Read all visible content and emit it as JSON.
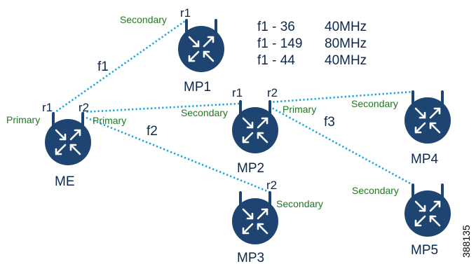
{
  "frequency_table": [
    {
      "frequency": "f1 - 36",
      "bandwidth": "40MHz"
    },
    {
      "frequency": "f1 - 149",
      "bandwidth": "80MHz"
    },
    {
      "frequency": "f1 - 44",
      "bandwidth": "40MHz"
    }
  ],
  "nodes": {
    "me": {
      "name": "ME"
    },
    "mp1": {
      "name": "MP1"
    },
    "mp2": {
      "name": "MP2"
    },
    "mp3": {
      "name": "MP3"
    },
    "mp4": {
      "name": "MP4"
    },
    "mp5": {
      "name": "MP5"
    }
  },
  "radios": {
    "me_r1": "r1",
    "me_r2": "r2",
    "mp1_r1": "r1",
    "mp2_r1": "r1",
    "mp2_r2": "r2",
    "mp3_r2": "r2"
  },
  "roles": {
    "me_primary_r1": "Primary",
    "me_primary_r2": "Primary",
    "mp1_secondary": "Secondary",
    "mp2_secondary": "Secondary",
    "mp2_primary": "Primary",
    "mp3_secondary": "Secondary",
    "mp4_secondary": "Secondary",
    "mp5_secondary": "Secondary"
  },
  "links": {
    "f1": "f1",
    "f2": "f2",
    "f3": "f3"
  },
  "colors": {
    "router": "#1e4471",
    "link": "#12a4dc",
    "role_text": "#1e7a1e",
    "label_text": "#0d274d"
  },
  "figure_id": "388135"
}
